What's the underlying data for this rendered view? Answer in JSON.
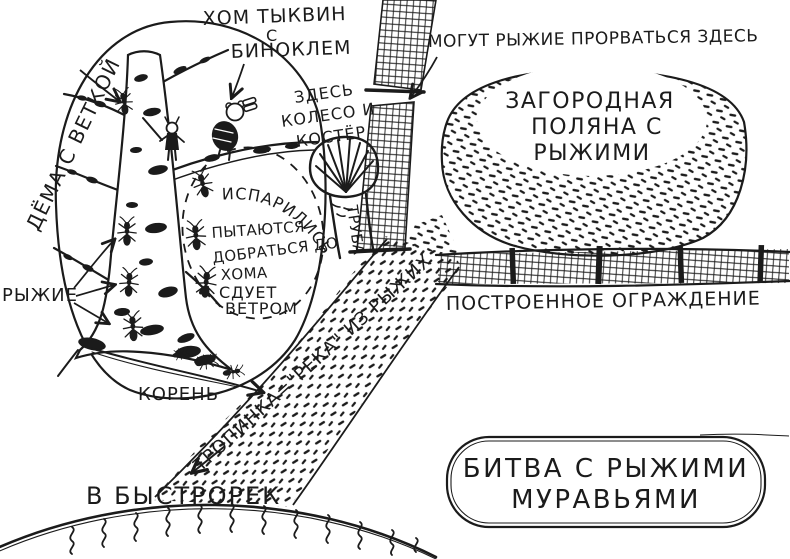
{
  "colors": {
    "ink": "#1b1b1b",
    "paper": "#ffffff"
  },
  "title": {
    "line1": "БИТВА С РЫЖИМИ",
    "line2": "МУРАВЬЯМИ"
  },
  "tree": {
    "dyoma_label": "ДЁМА С ВЕТКОЙ",
    "hom": {
      "line1": "ХОМ ТЫКВИН",
      "line2": "С",
      "line3": "БИНОКЛЕМ"
    },
    "red_ants_label": "РЫЖИЕ",
    "root_label": "КОРЕНЬ"
  },
  "center": {
    "evaporated": "ИСПАРИЛИСЬ",
    "trying1": "ПЫТАЮТСЯ",
    "trying2": "ДОБРАТЬСЯ ДО",
    "trying3": "ХОМА",
    "wind1": "СДУЕТ",
    "wind2": "ВЕТРОМ",
    "wheel1": "ЗДЕСЬ",
    "wheel2": "КОЛЕСО И",
    "wheel3": "КОСТЁР",
    "pipe_label": "ТРУБА"
  },
  "right": {
    "breakthrough": "МОГУТ РЫЖИЕ ПРОРВАТЬСЯ ЗДЕСЬ",
    "clearing1": "ЗАГОРОДНАЯ",
    "clearing2": "ПОЛЯНА С",
    "clearing3": "РЫЖИМИ",
    "fence_label": "ПОСТРОЕННОЕ ОГРАЖДЕНИЕ"
  },
  "trail": {
    "label": "ТРОПИНКА=\"РЕКА\" ИЗ РЫЖИХ"
  },
  "river": {
    "label": "В БЫСТРОРЕК"
  }
}
